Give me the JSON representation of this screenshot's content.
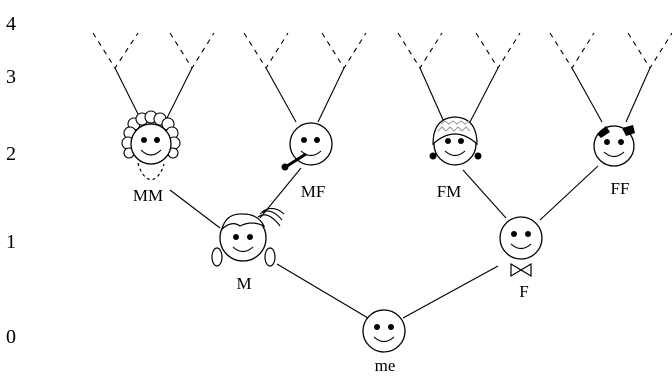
{
  "levels": [
    "4",
    "3",
    "2",
    "1",
    "0"
  ],
  "nodes": {
    "MM": "MM",
    "MF": "MF",
    "FM": "FM",
    "FF": "FF",
    "M": "M",
    "F": "F",
    "me": "me"
  }
}
